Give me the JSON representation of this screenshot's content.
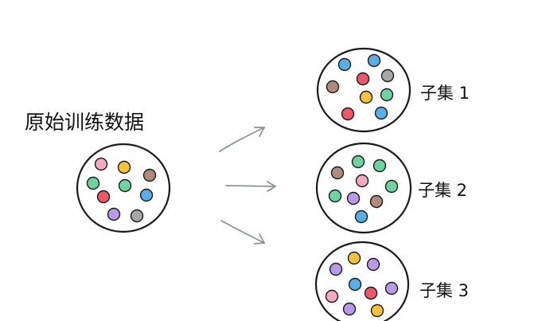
{
  "source": {
    "label": "原始训练数据",
    "dots": [
      "pink",
      "yellow",
      "brown",
      "green",
      "green",
      "red",
      "blue",
      "purple",
      "gray"
    ]
  },
  "subsets": [
    {
      "label": "子集 1",
      "dots": [
        "blue",
        "blue",
        "brown",
        "red",
        "gray",
        "yellow",
        "green",
        "red",
        "blue"
      ]
    },
    {
      "label": "子集 2",
      "dots": [
        "green",
        "brown",
        "green",
        "pink",
        "green",
        "green",
        "purple",
        "brown",
        "blue"
      ]
    },
    {
      "label": "子集 3",
      "dots": [
        "yellow",
        "purple",
        "purple",
        "blue",
        "purple",
        "pink",
        "red",
        "purple",
        "yellow"
      ]
    }
  ],
  "colors": {
    "pink": "#f3a9bf",
    "yellow": "#f6c23b",
    "brown": "#b08a7c",
    "green": "#6fd3a0",
    "red": "#ec5868",
    "blue": "#5aaee4",
    "purple": "#b79ae8",
    "gray": "#a7a7a7",
    "arrow": "#8a939a",
    "outline": "#1a1a1a"
  }
}
